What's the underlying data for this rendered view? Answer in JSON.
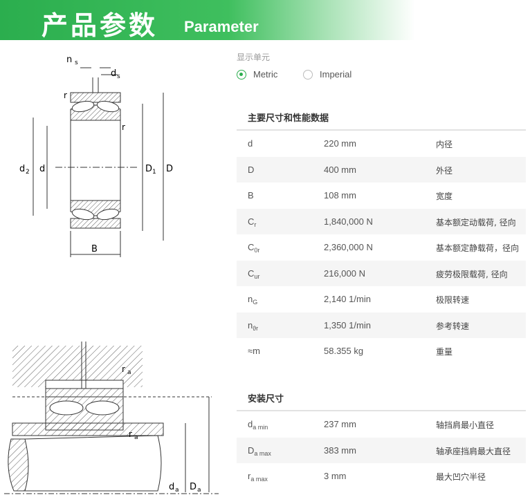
{
  "header": {
    "title_cn": "产品参数",
    "title_en": "Parameter"
  },
  "units": {
    "label": "显示单元",
    "options": [
      {
        "label": "Metric",
        "selected": true
      },
      {
        "label": "Imperial",
        "selected": false
      }
    ]
  },
  "main_dims": {
    "title": "主要尺寸和性能数据",
    "rows": [
      {
        "sym": "d",
        "sub": "",
        "value": "220 mm",
        "desc": "内径"
      },
      {
        "sym": "D",
        "sub": "",
        "value": "400 mm",
        "desc": "外径"
      },
      {
        "sym": "B",
        "sub": "",
        "value": "108 mm",
        "desc": "宽度"
      },
      {
        "sym": "C",
        "sub": "r",
        "value": "1,840,000 N",
        "desc": "基本额定动载荷, 径向"
      },
      {
        "sym": "C",
        "sub": "0r",
        "value": "2,360,000 N",
        "desc": "基本额定静载荷，径向"
      },
      {
        "sym": "C",
        "sub": "ur",
        "value": "216,000 N",
        "desc": "疲劳极限载荷, 径向"
      },
      {
        "sym": "n",
        "sub": "G",
        "value": "2,140 1/min",
        "desc": "极限转速"
      },
      {
        "sym": "n",
        "sub": "ϑr",
        "value": "1,350 1/min",
        "desc": "参考转速"
      },
      {
        "sym": "≈m",
        "sub": "",
        "value": "58.355 kg",
        "desc": "重量"
      }
    ]
  },
  "mount_dims": {
    "title": "安装尺寸",
    "rows": [
      {
        "sym": "d",
        "sub": "a min",
        "value": "237 mm",
        "desc": "轴挡肩最小直径"
      },
      {
        "sym": "D",
        "sub": "a max",
        "value": "383 mm",
        "desc": "轴承座挡肩最大直径"
      },
      {
        "sym": "r",
        "sub": "a max",
        "value": "3 mm",
        "desc": "最大凹穴半径"
      }
    ]
  },
  "figure1_labels": {
    "ns": "n",
    "ns_sub": "s",
    "ds": "d",
    "ds_sub": "s",
    "r": "r",
    "d2": "d",
    "d2_sub": "2",
    "d": "d",
    "D1": "D",
    "D1_sub": "1",
    "D": "D",
    "B": "B"
  },
  "figure2_labels": {
    "ra": "r",
    "ra_sub": "a",
    "da": "d",
    "da_sub": "a",
    "Da": "D",
    "Da_sub": "a"
  },
  "colors": {
    "accent": "#2bae4e"
  }
}
